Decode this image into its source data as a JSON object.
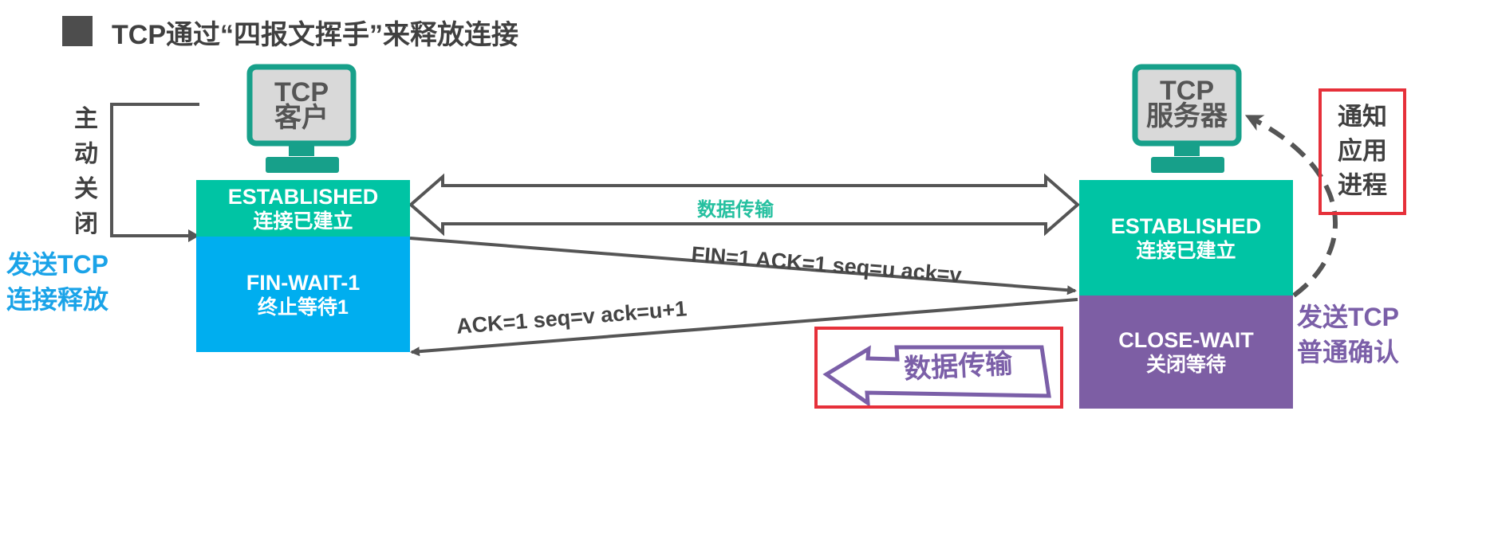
{
  "title": "TCP通过“四报文挥手”来释放连接",
  "client": {
    "label_line1": "TCP",
    "label_line2": "客户",
    "active_close": [
      "主",
      "动",
      "关",
      "闭"
    ],
    "send_release_line1": "发送TCP",
    "send_release_line2": "连接释放",
    "state_established_en": "ESTABLISHED",
    "state_established_cn": "连接已建立",
    "state_finwait_en": "FIN-WAIT-1",
    "state_finwait_cn": "终止等待1"
  },
  "server": {
    "label_line1": "TCP",
    "label_line2": "服务器",
    "state_established_en": "ESTABLISHED",
    "state_established_cn": "连接已建立",
    "state_closewait_en": "CLOSE-WAIT",
    "state_closewait_cn": "关闭等待",
    "ack_label_line1": "发送TCP",
    "ack_label_line2": "普通确认",
    "notify": [
      "通知",
      "应用",
      "进程"
    ]
  },
  "messages": {
    "data_transfer": "数据传输",
    "fin_segment": "FIN=1   ACK=1   seq=u   ack=v",
    "ack_segment": "ACK=1    seq=v    ack=u+1",
    "server_data_transfer": "数据传输"
  },
  "colors": {
    "established": "#00c4a4",
    "fin_wait": "#00aeef",
    "close_wait": "#7d5ea4",
    "computer": "#17a08a",
    "highlight": "#e6303a"
  }
}
